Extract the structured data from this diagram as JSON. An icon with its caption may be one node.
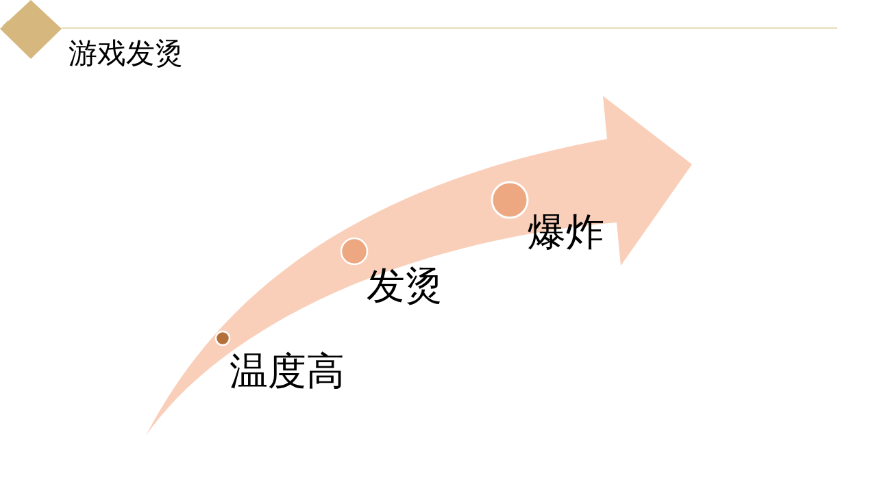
{
  "diagram": {
    "title": "游戏发烫",
    "labels": [
      "温度高",
      "发烫",
      "爆炸"
    ]
  }
}
